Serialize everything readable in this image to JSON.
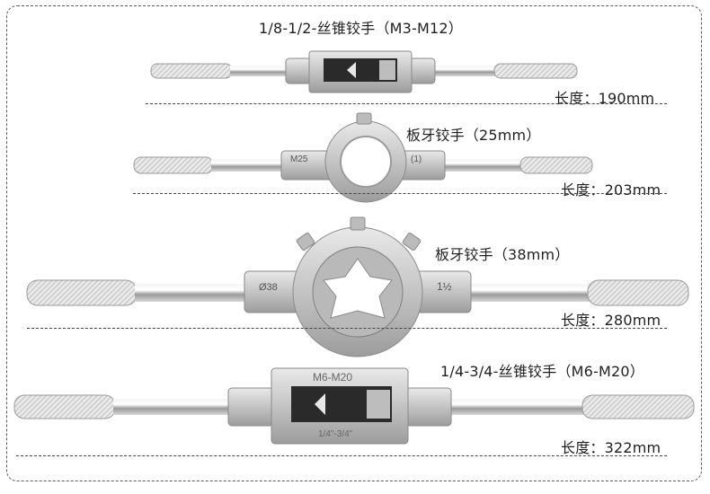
{
  "tools": [
    {
      "title": "1/8-1/2-丝锥铰手（M3-M12）",
      "length": "长度：190mm"
    },
    {
      "title": "板牙铰手（25mm）",
      "length": "长度：203mm",
      "marks": [
        "M25",
        "(1)"
      ]
    },
    {
      "title": "板牙铰手（38mm）",
      "length": "长度：280mm",
      "marks": [
        "Ø38",
        "1½"
      ]
    },
    {
      "title": "1/4-3/4-丝锥铰手（M6-M20）",
      "length": "长度：322mm",
      "marks": [
        "M6-M20",
        "1/4\"-3/4\""
      ]
    }
  ]
}
